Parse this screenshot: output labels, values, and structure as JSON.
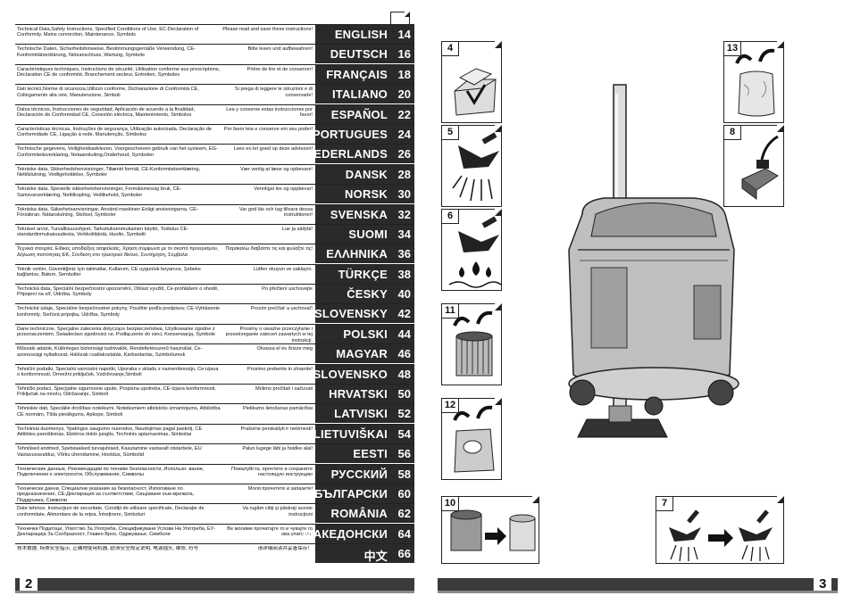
{
  "left_page_number": "2",
  "right_page_number": "3",
  "toc": [
    {
      "desc": "Technical Data,Safety Instructions, Specified Conditions of Use, EC-Declaration of Conformity, Mains connection, Maintenance, Symbols",
      "read": "Please read and save these instructions!",
      "lang": "ENGLISH",
      "page": "14"
    },
    {
      "desc": "Technische Daten, Sicherheitshinweise, Bestimmungsgemäße Verwendung, CE-Konformitätserklärung, Netzanschluss, Wartung, Symbole",
      "read": "Bitte lesen und aufbewahren!",
      "lang": "DEUTSCH",
      "page": "16"
    },
    {
      "desc": "Caractéristiques techniques, Instructions de sécurité, Utilisation conforme aux prescriptions, Déclaration CE de conformité, Branchement secteur, Entretien, Symboles",
      "read": "Prière de lire et de conserver!",
      "lang": "FRANÇAIS",
      "page": "18"
    },
    {
      "desc": "Dati tecnici,Norme di sicurezza,Utilizzo conforme, Dichiarazione di Conformità CE, Collegamento alla rete, Manutenzione, Simboli",
      "read": "Si prega di leggere le istruzioni e di conservarle!",
      "lang": "ITALIANO",
      "page": "20"
    },
    {
      "desc": "Datos técnicos, Instrucciones de seguridad, Aplicación de acuerdo a la finalidad, Declaración de Conformidad CE, Conexión eléctrica, Mantenimiento, Simbolos",
      "read": "Lea y conserve estas instrucciones por favor!",
      "lang": "ESPAÑOL",
      "page": "22"
    },
    {
      "desc": "Características técnicas, Instruções de segurança, Utilização autorizada, Declaração de Conformidade CE, Ligação à rede, Manutenção, Símbolos",
      "read": "Por favor leia e conserve em seu poder!",
      "lang": "PORTUGUES",
      "page": "24"
    },
    {
      "desc": "Technische gegevens, Veiligheidsadviezen, Voorgeschreven gebruik van het systeem, EG-Conformiteitsverklaring, Netaansluiting,Onderhoud, Symbolen",
      "read": "Lees en let goed op deze adviezen!",
      "lang": "NEDERLANDS",
      "page": "26"
    },
    {
      "desc": "Tekniske data, Sikkerhedshenvisninger, Tiltænkt formål, CE-Konformitetserklæring, Nettilslutning, Vedligeholdelse, Symboler",
      "read": "Vær venlig at læse og opbevare!",
      "lang": "DANSK",
      "page": "28"
    },
    {
      "desc": "Tekniske data, Spesielle sikkerhetshenvisninger, Formålsmessig bruk, CE-Samsvarserklæring, Nettilkopling, Vedlikehold, Symboler",
      "read": "Vennligst les og oppbevar!",
      "lang": "NORSK",
      "page": "30"
    },
    {
      "desc": "Tekniska data, Säkerhetsanvisningar, Använd maskinen Enligt anvisningarna, CE-Försäkran, Nätanslutning, Skötsel, Symboler",
      "read": "Var god läs och tag tillvara dessa instruktioner!",
      "lang": "SVENSKA",
      "page": "32"
    },
    {
      "desc": "Tekniset arvot, Turvallisuusohjeet, Tarkoituksenmukainen käyttö, Todistus CE-standardinmukaisuudesta, Verkkoliitäntä, Huolto, Symbolit",
      "read": "Lue ja säilytä!",
      "lang": "SUOMI",
      "page": "34"
    },
    {
      "desc": "Τεχνικά στοιχεία, Ειδικές υποδείξεις ασφαλείας, Χρήση σύμφωνα με το σκοπό προορισμού, Δήλωση πιστότητας ΕΚ, Σύνδεση στο ηλεκτρικό δίκτυο, Συντήρηση, Σύμβολα",
      "read": "Παρακαλώ διαβάστε τις και φυλάξτε τις!",
      "lang": "ΕΛΛΗΝΙΚΑ",
      "page": "36"
    },
    {
      "desc": "Teknik veriler, Güvenliğiniz için talimatlar, Kullanım, CE uygunluk beyanıce, Şebeke bağlantısı, Bakım, Semboller",
      "read": "Lütfen okuyun ve saklayın.",
      "lang": "TÜRKÇE",
      "page": "38"
    },
    {
      "desc": "Technická data, Speciální bezpečnostní upozornění, Oblast využití, Ce-prohlášení o shodě, Připojení na síť, Údržba, Symboly",
      "read": "Po přečtení uschovejte",
      "lang": "ČESKY",
      "page": "40"
    },
    {
      "desc": "Technické údaje, Špeciálne bezpečnostné pokyny, Použitie podľa predpisov, CE-Vyhlásenie konformity, Sieťová prípojka, Údržba, Symboly",
      "read": "Prosím prečítať a uschovať!",
      "lang": "SLOVENSKY",
      "page": "42"
    },
    {
      "desc": "Dane techniczne, Specjalne zalecenia dotyczące bezpieczeństwa, Użytkowanie zgodne z przeznaczeniem, Świadectwo zgodności ce, Podłączenie do sieci, Konserwacja, Symbole",
      "read": "Prosimy o uważne przeczytanie i przestrzeganie zaleceń zawartych w tej instrukcji.",
      "lang": "POLSKI",
      "page": "44"
    },
    {
      "desc": "Műszaki adatok, Különleges biztonsági tudnivalók, Rendeltetésszerű használat, Ce-azonossági nyilatkozat, Hálózati csatlakoztatás, Karbantartás, Szimbólumok",
      "read": "Olvassa el és őrizze meg",
      "lang": "MAGYAR",
      "page": "46"
    },
    {
      "desc": "Tehnični podatki, Specialni varnostni napotki, Uporaba v skladu z namembnostjo, Ce-izjava o konformnosti, Omrežni priključek, Vzdrževanje,Simboli",
      "read": "Prosimo preberite in shranite!",
      "lang": "SLOVENSKO",
      "page": "48"
    },
    {
      "desc": "Tehnički podaci, Specijalne sigurnosne uputе, Propisna upotreba, CE-Izjava konformnosti, Priključak na mrežu, Održavanje, Simboli",
      "read": "Molimo pročitati i sačuvati",
      "lang": "HRVATSKI",
      "page": "50"
    },
    {
      "desc": "Tehniskie dati, Speciālie drošības noteikumi, Noteikumiem atbilstošs izmantojums, Atbilstība CE normām, Tīkla pieslēgums, Apkope, Simboli",
      "read": "Pielikums lietošanas pamācībai",
      "lang": "LATVISKI",
      "page": "52"
    },
    {
      "desc": "Techniniai duomenys, Ypatingos saugumo nuorodos, Naudojimas pagal paskirtį, CE Atitikties pareiškimas, Elektros tinklo jungtis, Techninis aptarnavimas, Simboliai",
      "read": "Prašome perskaityti ir neišmesti!",
      "lang": "LIETUVIŠKAI",
      "page": "54"
    },
    {
      "desc": "Tehnilised andmed, Spetsiaalsed turvajuhised, Kasutamine vastavalt otstarbele, EÜ Vastavusavaldus, Võrku ühendamine, Hooldus, Sümbolid",
      "read": "Palun lugege läbi ja hoidke alal!",
      "lang": "EESTI",
      "page": "56"
    },
    {
      "desc": "Технические данные, Рекомендации по технике безопасности, Использо- вание, Подключение к электросети, Обслуживание, Символы",
      "read": "Пожалуйста, прочтите и сохраните настоящую инструкцию",
      "lang": "РУССКИЙ",
      "page": "58"
    },
    {
      "desc": "Технически данни, Специални указания за безопасност, Използване по предназначение, CE-Декларация за съответствие, Свързване към мрежата, Поддръжка, Символи",
      "read": "Моля прочетете и запазете!",
      "lang": "БЪЛГАРСКИ",
      "page": "60"
    },
    {
      "desc": "Date tehnice, Instrucţiuni de securitate, Condiţii de utilizare specificate, Declaraţie de conformitate, Alimentare de la reţea, Întreţinere, Simboluri",
      "read": "Va rugăm citiţi şi păstraţi aceste instrucţiuni",
      "lang": "ROMÂNIA",
      "page": "62"
    },
    {
      "desc": "Технички Податоци, Упатство За Употреба, Спецификувани Услови На Употреба, ЕУ-Декларација За Сообразност, Главен Вроs, Одржување, Симболи",
      "read": "Ве молиме прочитајте го и чувајте го ова упатство!",
      "lang": "МАКЕДОНСКИ",
      "page": "64"
    },
    {
      "desc": "技术数据, 特殊安全指示, 正确地使用机器, 欧洲安全规定说明, 电源插头, 维修, 符号",
      "read": "请详细阅读并妥善保存！",
      "lang": "中文",
      "page": "66"
    }
  ],
  "figures": [
    {
      "num": "4",
      "icon": "box-unpack-icon"
    },
    {
      "num": "5",
      "icon": "floor-nozzle-suction-icon"
    },
    {
      "num": "6",
      "icon": "wet-nozzle-suction-icon"
    },
    {
      "num": "11",
      "icon": "cartridge-filter-remove-icon"
    },
    {
      "num": "12",
      "icon": "dust-bag-remove-icon"
    },
    {
      "num": "13",
      "icon": "filter-bag-remove-icon"
    },
    {
      "num": "8",
      "icon": "power-tool-socket-icon"
    },
    {
      "num": "10",
      "icon": "filter-clean-icon"
    },
    {
      "num": "7",
      "icon": "nozzle-switch-icon"
    }
  ],
  "colors": {
    "tab_bg": "#2a2a2a",
    "tab_text": "#ffffff",
    "footer_bar": "#3a3a3a",
    "footer_thin": "#8a8a8a"
  }
}
